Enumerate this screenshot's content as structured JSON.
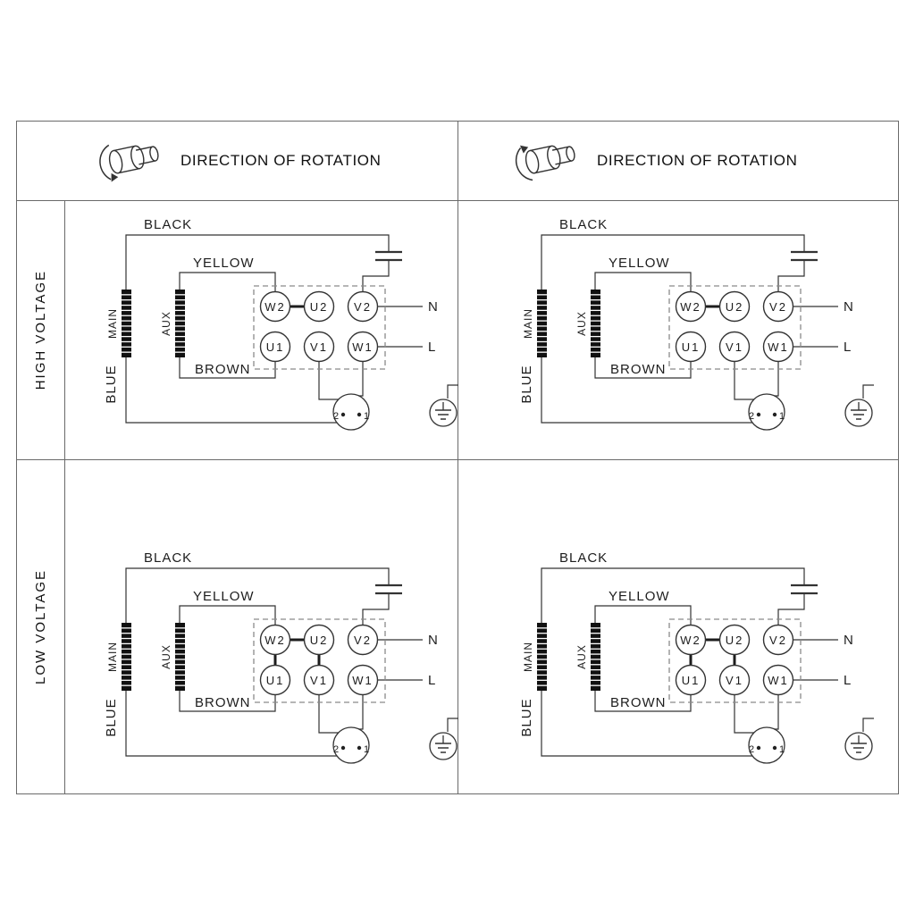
{
  "page": {
    "background": "#ffffff",
    "border_color": "#6a6a6a",
    "line_color": "#333333"
  },
  "header": {
    "left": {
      "title": "DIRECTION OF ROTATION",
      "icon": "motor-rotation-ccw-icon",
      "rotation": "ccw"
    },
    "right": {
      "title": "DIRECTION OF ROTATION",
      "icon": "motor-rotation-cw-icon",
      "rotation": "cw"
    }
  },
  "rows": [
    {
      "label": "HIGH VOLTAGE"
    },
    {
      "label": "LOW VOLTAGE"
    }
  ],
  "diagram_labels": {
    "black": "BLACK",
    "yellow": "YELLOW",
    "brown": "BROWN",
    "blue": "BLUE",
    "main": "MAIN",
    "aux": "AUX",
    "neutral": "N",
    "line": "L",
    "terminals_top": [
      "W2",
      "U2",
      "V2"
    ],
    "terminals_bottom": [
      "U1",
      "V1",
      "W1"
    ],
    "connector_pins": [
      "2",
      "1"
    ]
  },
  "quadrants": [
    {
      "id": "high-voltage-left",
      "row": "HIGH VOLTAGE",
      "rotation": "ccw",
      "links": [
        [
          "W2",
          "U2"
        ]
      ]
    },
    {
      "id": "high-voltage-right",
      "row": "HIGH VOLTAGE",
      "rotation": "cw",
      "links": [
        [
          "W2",
          "U2"
        ]
      ]
    },
    {
      "id": "low-voltage-left",
      "row": "LOW VOLTAGE",
      "rotation": "ccw",
      "links": [
        [
          "W2",
          "U2"
        ],
        [
          "W2",
          "U1"
        ],
        [
          "U2",
          "V1"
        ]
      ]
    },
    {
      "id": "low-voltage-right",
      "row": "LOW VOLTAGE",
      "rotation": "cw",
      "links": [
        [
          "W2",
          "U2"
        ],
        [
          "W2",
          "U1"
        ],
        [
          "U2",
          "V1"
        ]
      ]
    }
  ]
}
